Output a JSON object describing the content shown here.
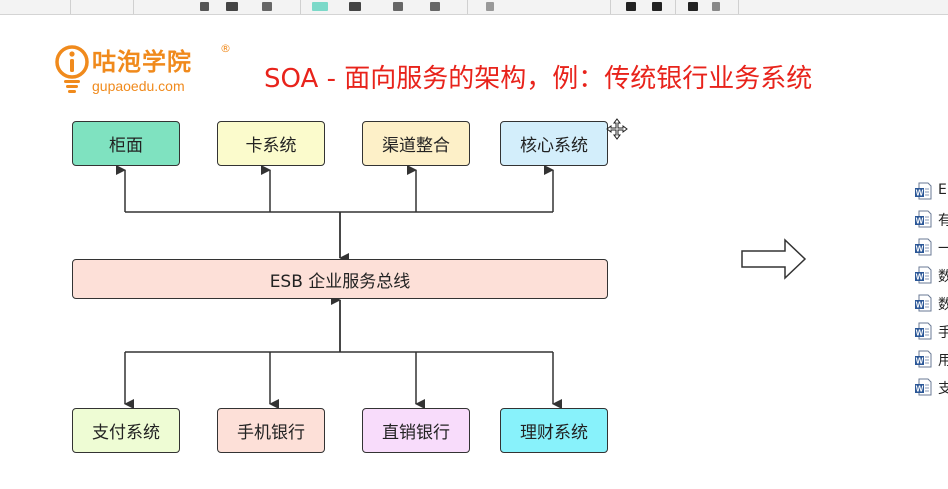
{
  "logo": {
    "name": "咕泡学院",
    "registered": "®",
    "domain": "gupaoedu.com",
    "color": "#f08a1c"
  },
  "title": {
    "text": "SOA - 面向服务的架构，例：传统银行业务系统",
    "color": "#e8231b"
  },
  "top_systems": [
    {
      "label": "柜面",
      "color": "#7fe2c0"
    },
    {
      "label": "卡系统",
      "color": "#fbfbcc"
    },
    {
      "label": "渠道整合",
      "color": "#fdf0c8"
    },
    {
      "label": "核心系统",
      "color": "#d3eefb"
    }
  ],
  "bus": {
    "label": "ESB 企业服务总线",
    "color": "#fde0d8"
  },
  "bottom_systems": [
    {
      "label": "支付系统",
      "color": "#eefcd4"
    },
    {
      "label": "手机银行",
      "color": "#fde0d8"
    },
    {
      "label": "直销银行",
      "color": "#f8dcfb"
    },
    {
      "label": "理财系统",
      "color": "#88f2fb"
    }
  ],
  "arrow_icon": "right-hollow-arrow-icon",
  "files": [
    {
      "icon": "word-doc-icon",
      "text": "E"
    },
    {
      "icon": "word-doc-icon",
      "text": "有"
    },
    {
      "icon": "word-doc-icon",
      "text": "一"
    },
    {
      "icon": "word-doc-icon",
      "text": "数"
    },
    {
      "icon": "word-doc-icon",
      "text": "数"
    },
    {
      "icon": "word-doc-icon",
      "text": "手"
    },
    {
      "icon": "word-doc-icon",
      "text": "用"
    },
    {
      "icon": "word-doc-icon",
      "text": "支"
    }
  ]
}
